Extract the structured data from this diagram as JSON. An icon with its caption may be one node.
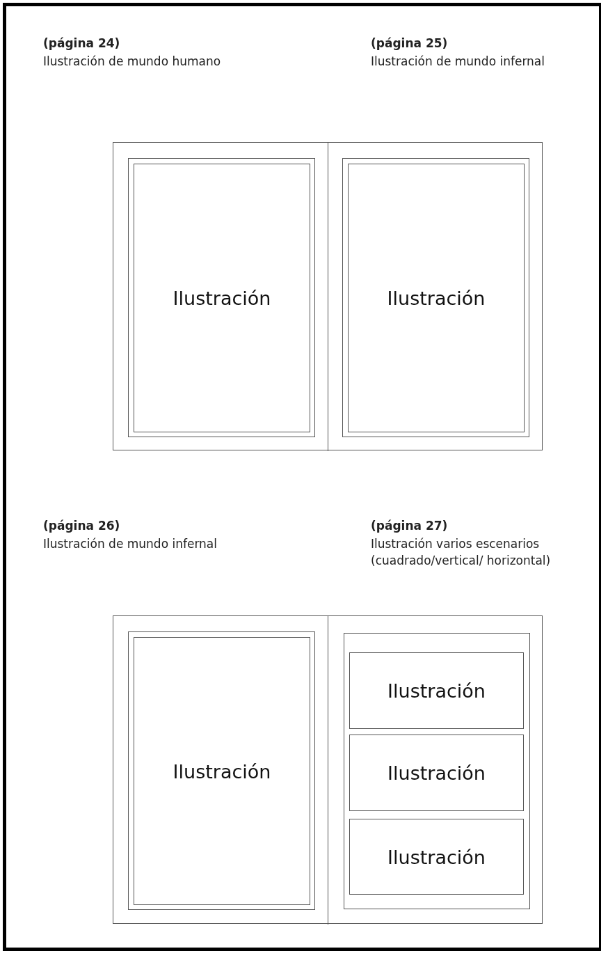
{
  "diagram": {
    "nodes": [
      {
        "text": [],
        "shape": "box"
      },
      {
        "text": [],
        "shape": "box",
        "in": 0
      },
      {
        "text": [],
        "shape": "box",
        "in": 1
      },
      {
        "text": [
          "Ilustración"
        ],
        "in": 2
      },
      {
        "text": [],
        "shape": "box",
        "in": 0
      },
      {
        "text": [],
        "shape": "box",
        "in": 4
      },
      {
        "text": [
          "Ilustración"
        ],
        "in": 5
      },
      {
        "text": [],
        "shape": "box"
      },
      {
        "text": [],
        "shape": "box",
        "in": 7
      },
      {
        "text": [],
        "shape": "box",
        "in": 8
      },
      {
        "text": [
          "Ilustración"
        ],
        "in": 9
      },
      {
        "text": [],
        "shape": "box",
        "in": 7
      },
      {
        "text": [],
        "shape": "box",
        "in": 11
      },
      {
        "text": [
          "Ilustración"
        ],
        "in": 12
      },
      {
        "text": [
          "Ilustración"
        ],
        "in": 12
      },
      {
        "text": [
          "Ilustración"
        ],
        "in": 12
      }
    ],
    "edges": [],
    "labels": [
      "(página 24)",
      "Ilustración de mundo humano",
      "(página 25)",
      "Ilustración de mundo infernal",
      "(página 26)",
      "Ilustración de mundo infernal",
      "(página 27)",
      "Ilustración varios escenarios (cuadrado/vertical/ horizontal)"
    ]
  }
}
